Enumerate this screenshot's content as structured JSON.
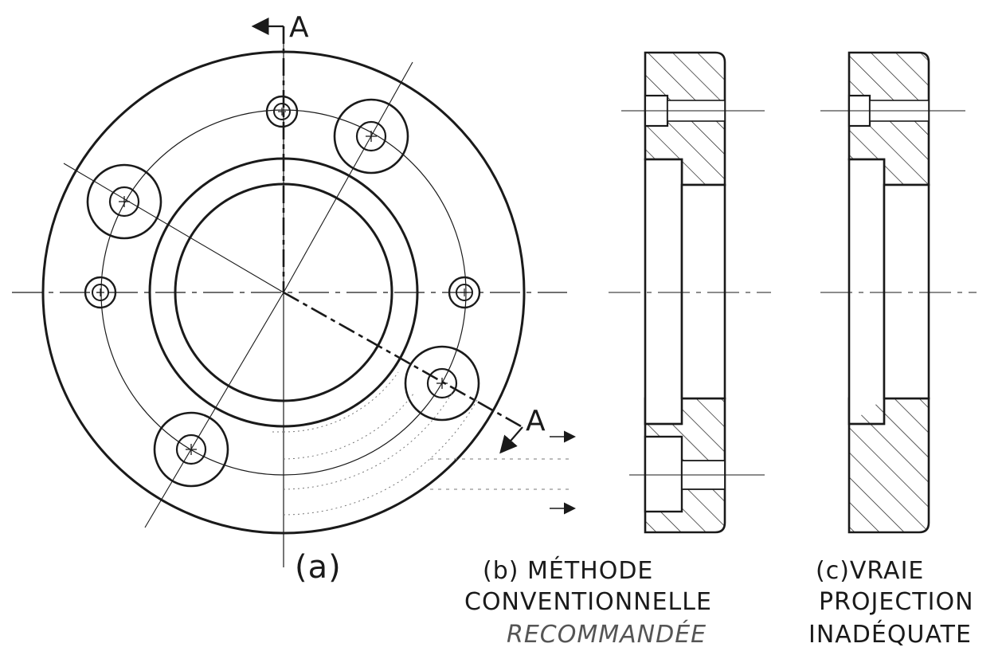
{
  "section_marks": {
    "top": "A",
    "bottom": "A"
  },
  "captions": {
    "a": "(a)",
    "b_line1": "(b) MÉTHODE",
    "b_line2": "CONVENTIONNELLE",
    "b_line3": "RECOMMANDÉE",
    "c_line1": "(c)VRAIE",
    "c_line2": "PROJECTION",
    "c_line3": "INADÉQUATE"
  },
  "colors": {
    "ink": "#1a1a1a",
    "faint": "#777777",
    "paper": "#ffffff"
  }
}
